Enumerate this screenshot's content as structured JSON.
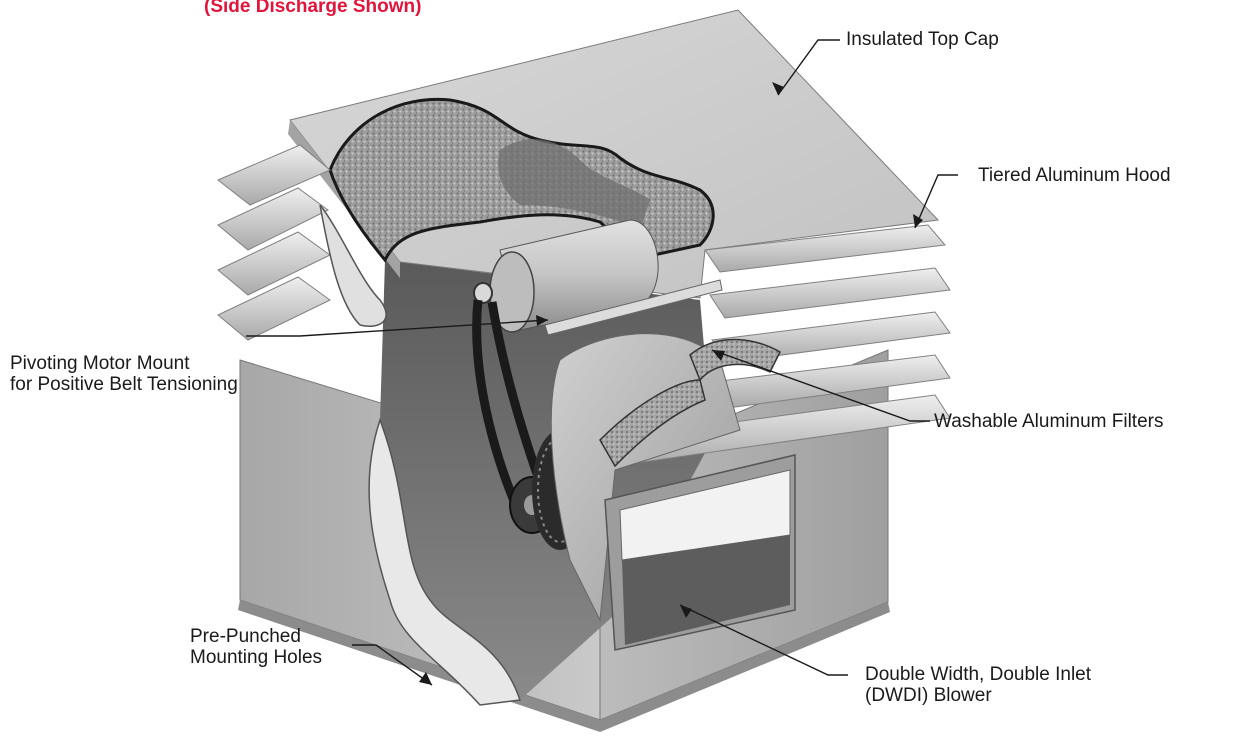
{
  "caption": "(Side Discharge Shown)",
  "colors": {
    "caption": "#e3143c",
    "metal_light": "#e6e6e6",
    "metal_mid": "#b9b9b9",
    "metal_dark": "#6f6f6f",
    "insulation": "#9a9a9a",
    "outline": "#1a1a1a"
  },
  "callouts": {
    "top_cap": "Insulated Top Cap",
    "hood": "Tiered Aluminum Hood",
    "motor_mount_line1": "Pivoting Motor Mount",
    "motor_mount_line2": "for Positive Belt Tensioning",
    "filters": "Washable Aluminum Filters",
    "holes_line1": "Pre-Punched",
    "holes_line2": "Mounting Holes",
    "blower_line1": "Double Width, Double Inlet",
    "blower_line2": "(DWDI) Blower"
  }
}
